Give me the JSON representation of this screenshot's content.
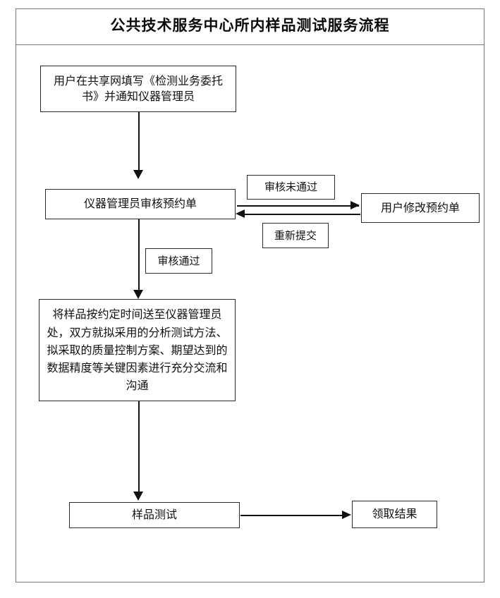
{
  "document": {
    "title": "公共技术服务中心所内样品测试服务流程"
  },
  "flow": {
    "nodes": {
      "request": {
        "label": "用户在共享网填写《检测业务委托书》并通知仪器管理员"
      },
      "review": {
        "label": "仪器管理员审核预约单"
      },
      "modify": {
        "label": "用户修改预约单"
      },
      "deliver": {
        "label": "将样品按约定时间送至仪器管理员处，双方就拟采用的分析测试方法、拟采取的质量控制方案、期望达到的数据精度等关键因素进行充分交流和沟通"
      },
      "test": {
        "label": "样品测试"
      },
      "result": {
        "label": "领取结果"
      }
    },
    "edge_labels": {
      "fail": {
        "label": "审核未通过"
      },
      "resubmit": {
        "label": "重新提交"
      },
      "pass": {
        "label": "审核通过"
      }
    }
  },
  "colors": {
    "frame_border": "#77797c",
    "box_border": "#2a2a2a",
    "connector": "#111111",
    "text": "#111111",
    "background": "#ffffff"
  }
}
